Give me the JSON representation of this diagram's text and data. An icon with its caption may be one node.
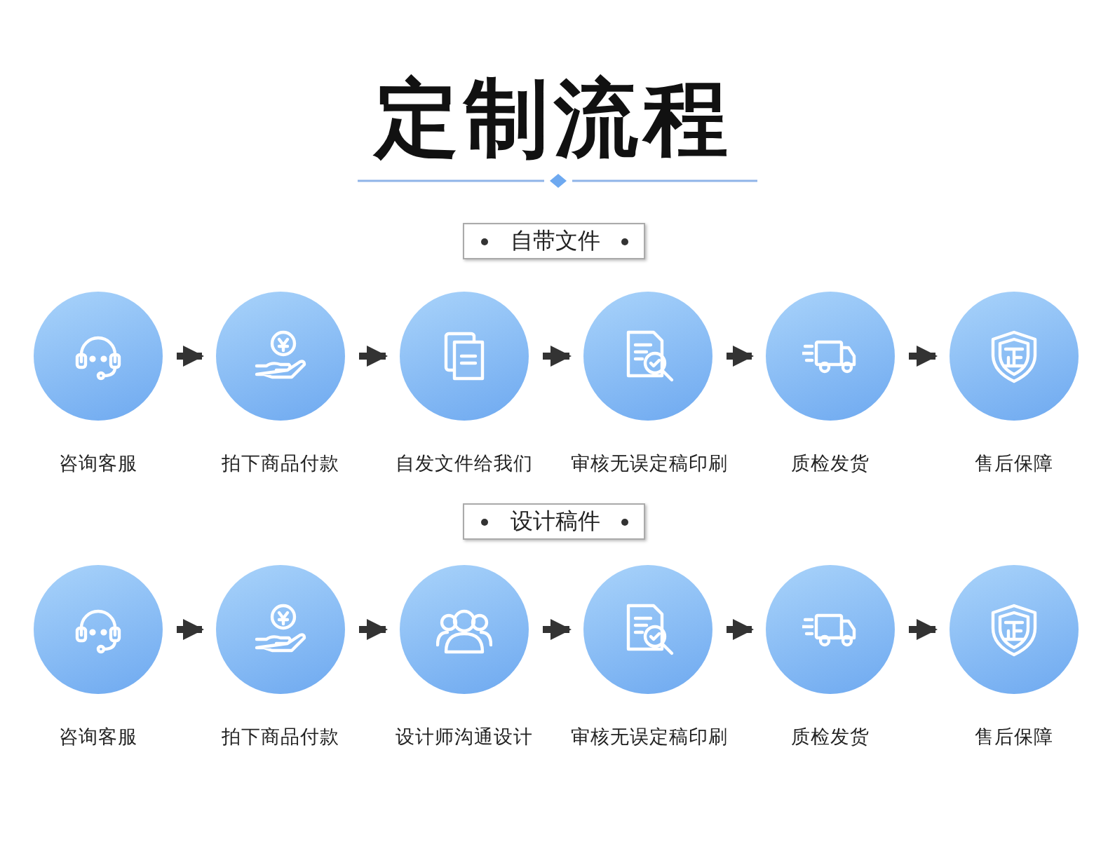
{
  "diagram": {
    "title": "定制流程",
    "nodes": [
      {
        "text": [
          "自带文件"
        ]
      },
      {
        "text": [
          "咨询客服"
        ]
      },
      {
        "text": [
          "拍下商品付款"
        ]
      },
      {
        "text": [
          "自发文件给我们"
        ]
      },
      {
        "text": [
          "审核无误定稿印刷"
        ]
      },
      {
        "text": [
          "质检发货"
        ]
      },
      {
        "text": [
          "售后保障"
        ]
      },
      {
        "text": [
          "设计稿件"
        ]
      },
      {
        "text": [
          "咨询客服"
        ]
      },
      {
        "text": [
          "拍下商品付款"
        ]
      },
      {
        "text": [
          "设计师沟通设计"
        ]
      },
      {
        "text": [
          "审核无误定稿印刷"
        ]
      },
      {
        "text": [
          "质检发货"
        ]
      },
      {
        "text": [
          "售后保障"
        ]
      }
    ],
    "edges": [
      {
        "from": 1,
        "to": 2,
        "arrow": "to"
      },
      {
        "from": 2,
        "to": 3,
        "arrow": "to"
      },
      {
        "from": 3,
        "to": 4,
        "arrow": "to"
      },
      {
        "from": 4,
        "to": 5,
        "arrow": "to"
      },
      {
        "from": 5,
        "to": 6,
        "arrow": "to"
      },
      {
        "from": 8,
        "to": 9,
        "arrow": "to"
      },
      {
        "from": 9,
        "to": 10,
        "arrow": "to"
      },
      {
        "from": 10,
        "to": 11,
        "arrow": "to"
      },
      {
        "from": 11,
        "to": 12,
        "arrow": "to"
      },
      {
        "from": 12,
        "to": 13,
        "arrow": "to"
      }
    ]
  }
}
